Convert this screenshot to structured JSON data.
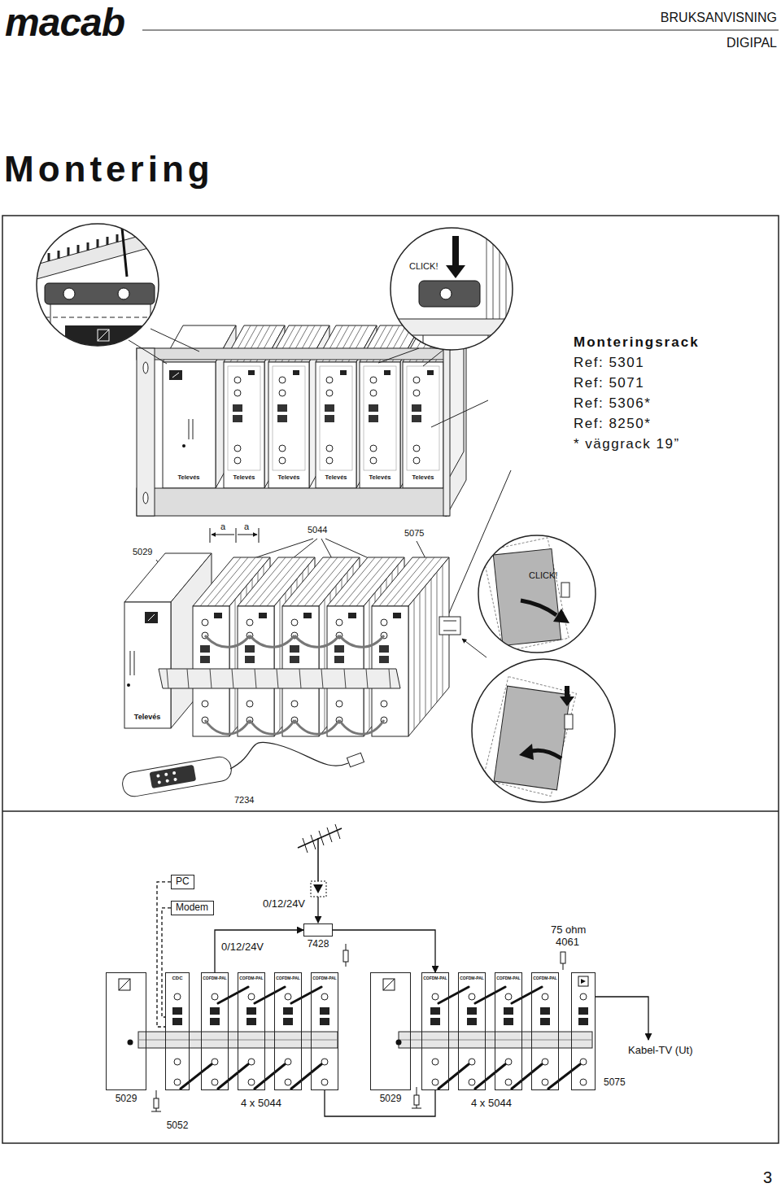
{
  "diagram": {
    "title": "Montering",
    "nodes": [
      {
        "text": [
          "PC"
        ]
      },
      {
        "text": [
          "Modem"
        ]
      },
      {
        "text": [
          "7428"
        ]
      },
      {
        "text": [
          "5029"
        ]
      },
      {
        "text": [
          "CDC",
          "5052"
        ]
      },
      {
        "text": [
          "COFDM-PAL"
        ]
      },
      {
        "text": [
          "COFDM-PAL"
        ]
      },
      {
        "text": [
          "COFDM-PAL"
        ]
      },
      {
        "text": [
          "COFDM-PAL"
        ]
      },
      {
        "text": [
          "5029"
        ]
      },
      {
        "text": [
          "COFDM-PAL"
        ]
      },
      {
        "text": [
          "COFDM-PAL"
        ]
      },
      {
        "text": [
          "COFDM-PAL"
        ]
      },
      {
        "text": [
          "COFDM-PAL"
        ]
      },
      {
        "text": [
          "5075"
        ]
      }
    ],
    "edges": [
      {
        "from": 0,
        "to": 4,
        "arrow": "none"
      },
      {
        "from": 1,
        "to": 4,
        "arrow": "none"
      },
      {
        "from": 5,
        "to": 2,
        "label": "0/12/24V",
        "arrow": "to"
      },
      {
        "from": 2,
        "to": 10,
        "arrow": "to"
      },
      {
        "from": 8,
        "to": 10,
        "arrow": "none"
      }
    ],
    "labels": [
      "macab",
      "BRUKSANVISNING",
      "DIGIPAL",
      "CLICK!",
      "Monteringsrack",
      "Ref: 5301",
      "Ref: 5071",
      "Ref: 5306*",
      "Ref: 8250*",
      "* väggrack 19”",
      "Televés",
      "Televés",
      "Televés",
      "Televés",
      "Televés",
      "Televés",
      "a",
      "a",
      "5044",
      "5075",
      "5029",
      "CLICK!",
      "Televés",
      "7234",
      "0/12/24V",
      "75 ohm",
      "4061",
      "Kabel-TV (Ut)",
      "4 x 5044",
      "4 x 5044",
      "3"
    ]
  }
}
